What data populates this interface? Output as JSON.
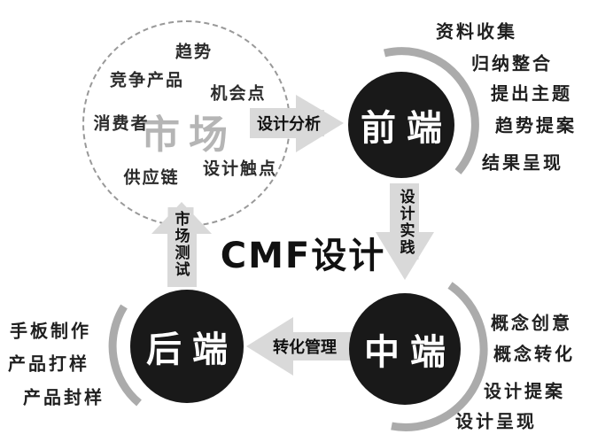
{
  "title": "CMF设计",
  "market": {
    "label": "市场",
    "keywords": {
      "trend": "趋势",
      "competing_products": "竞争产品",
      "opportunity_points": "机会点",
      "consumers": "消费者",
      "supply_chain": "供应链",
      "design_touchpoints": "设计触点"
    }
  },
  "stages": {
    "front": {
      "label": "前端",
      "items": [
        "资料收集",
        "归纳整合",
        "提出主题",
        "趋势提案",
        "结果呈现"
      ]
    },
    "middle": {
      "label": "中端",
      "items": [
        "概念创意",
        "概念转化",
        "设计提案",
        "设计呈现"
      ]
    },
    "back": {
      "label": "后端",
      "items": [
        "手板制作",
        "产品打样",
        "产品封样"
      ]
    }
  },
  "arrows": {
    "design_analysis": "设计分析",
    "design_practice": "设计实践",
    "transformation_management": "转化管理",
    "market_testing": "市场测试"
  },
  "colors": {
    "background": "#ffffff",
    "node_fill": "#191919",
    "node_text": "#ffffff",
    "arc_stroke": "#ababab",
    "arrow_fill": "#d9d9d9",
    "market_label": "#b5b5b5",
    "dashed_circle": "#999999",
    "text": "#1f1f1f"
  }
}
